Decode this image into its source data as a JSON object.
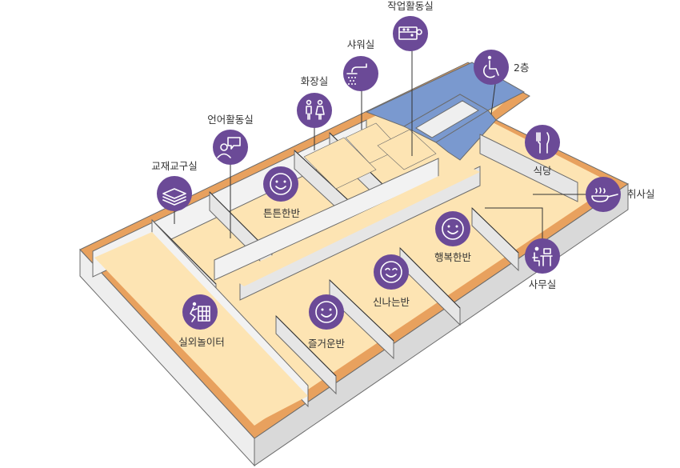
{
  "colors": {
    "wall_orange": "#e8a15e",
    "floor": "#fde4b3",
    "wall_face": "#f2f2f2",
    "wall_shadow": "#d9d9d9",
    "outline": "#6b6b6b",
    "icon": "#6b4a97",
    "stair_blue": "#7a99cf"
  },
  "rooms": {
    "work_activity": {
      "label": "작업활동실",
      "icon": "abacus-icon"
    },
    "shower": {
      "label": "샤워실",
      "icon": "shower-icon"
    },
    "restroom": {
      "label": "화장실",
      "icon": "restroom-icon"
    },
    "language_activity": {
      "label": "언어활동실",
      "icon": "speech-icon"
    },
    "teaching_materials": {
      "label": "교재교구실",
      "icon": "books-icon"
    },
    "second_floor": {
      "label": "2층",
      "icon": "wheelchair-icon"
    },
    "cafeteria": {
      "label": "식당",
      "icon": "cutlery-icon"
    },
    "kitchen": {
      "label": "취사실",
      "icon": "frying-pan-icon"
    },
    "strong_class": {
      "label": "튼튼한반",
      "icon": "smile-face-icon"
    },
    "happy_class": {
      "label": "행복한반",
      "icon": "smile-face-icon"
    },
    "exciting_class": {
      "label": "신나는반",
      "icon": "smile-face-icon"
    },
    "fun_class": {
      "label": "즐거운반",
      "icon": "smile-face-icon"
    },
    "office": {
      "label": "사무실",
      "icon": "desk-icon"
    },
    "indoor_playground": {
      "label": "실외놀이터",
      "icon": "climbing-icon"
    }
  }
}
